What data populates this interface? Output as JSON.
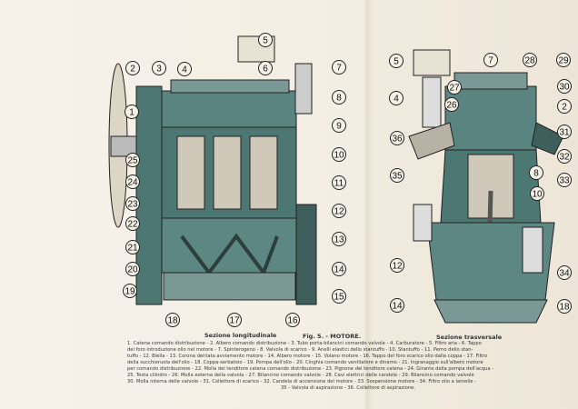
{
  "figure": {
    "title": "Fig. 5. - MOTORE.",
    "left_section_label": "Sezione longitudinale",
    "right_section_label": "Sezione trasversale"
  },
  "callouts": {
    "left": [
      "5",
      "2",
      "3",
      "4",
      "6",
      "7",
      "8",
      "1",
      "9",
      "10",
      "25",
      "24",
      "23",
      "11",
      "22",
      "12",
      "13",
      "21",
      "20",
      "14",
      "19",
      "15",
      "18",
      "17",
      "16"
    ],
    "right": [
      "5",
      "7",
      "28",
      "29",
      "27",
      "4",
      "26",
      "30",
      "2",
      "36",
      "31",
      "32",
      "35",
      "8",
      "33",
      "10",
      "12",
      "34",
      "14",
      "18"
    ]
  },
  "legend_lines": [
    "1. Catena comando distribuzione - 2. Albero comando distribuzione - 3. Tubo porta-bilancini comando valvole - 4. Carburatore - 5. Filtro aria - 6. Tappo",
    "del foro introduzione olio nel motore - 7. Spinterogeno - 8. Valvola di scarico - 9. Anelli elastici dello stantuffo - 10. Stantuffo - 11. Perno dello stan-",
    "tuffo - 12. Biella - 13. Corona dentata avviamento motore - 14. Albero motore - 15. Volano motore - 16. Tappo del foro scarico olio dalla coppa - 17. Filtro",
    "della succhieruola dell'olio - 18. Coppa-serbatoio - 19. Pompa dell'olio - 20. Cinghia comando ventilatore e dinamo - 21. Ingranaggio sull'albero motore",
    "per comando distribuzione - 22. Molla del tenditore catena comando distribuzione - 23. Pignone del tenditore catena - 24. Girante della pompa dell'acqua -",
    "25. Testa cilindro - 26. Molla esterna della valvola - 27. Bilancino comando valvole - 28. Cavi elettrici delle candele - 29. Bilancino comando valvole",
    "30. Molla interna delle valvole - 31. Collettore di scarico - 32. Candela di accensione del motore - 33. Sospensione motore - 34. Filtro olio a lamelle -",
    "35 - Valvola di aspirazione - 36. Collettore di aspirazione."
  ],
  "colors": {
    "body": "#4d7772",
    "dark": "#2c3f3d",
    "paper": "#f1ebdf",
    "line": "#222222"
  }
}
